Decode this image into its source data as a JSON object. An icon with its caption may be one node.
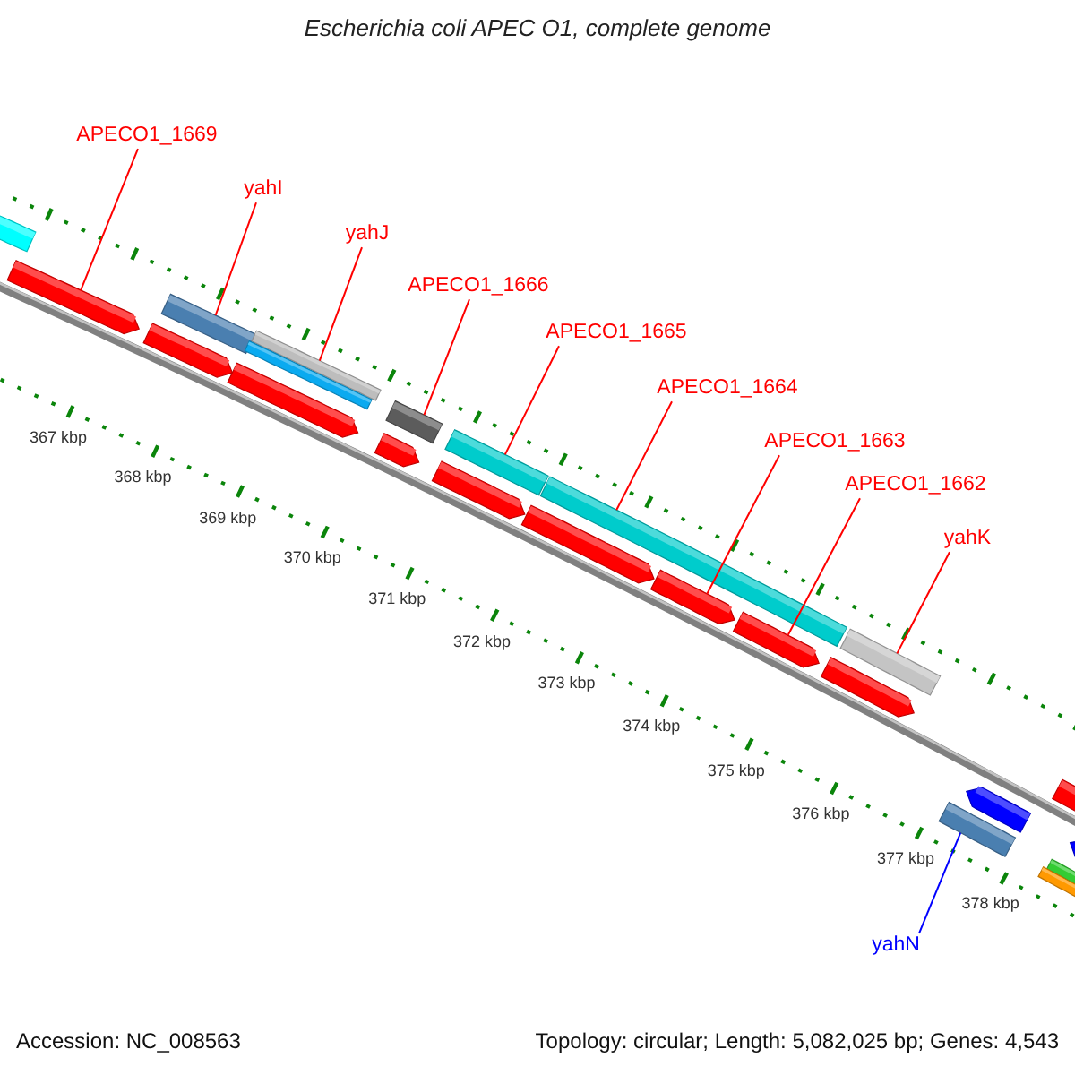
{
  "diagram": {
    "title": "Escherichia coli APEC O1, complete genome",
    "nodes": [
      {
        "text": [
          "APECO1_1669"
        ]
      },
      {
        "text": [
          "yahI"
        ]
      },
      {
        "text": [
          "yahJ"
        ]
      },
      {
        "text": [
          "APECO1_1666"
        ]
      },
      {
        "text": [
          "APECO1_1665"
        ]
      },
      {
        "text": [
          "APECO1_1664"
        ]
      },
      {
        "text": [
          "APECO1_1663"
        ]
      },
      {
        "text": [
          "APECO1_1662"
        ]
      },
      {
        "text": [
          "yahK"
        ]
      },
      {
        "text": [
          "yahN"
        ]
      },
      {
        "text": [],
        "shape": "bar"
      },
      {
        "text": [],
        "shape": "bar"
      },
      {
        "text": [],
        "shape": "bar"
      },
      {
        "text": [],
        "shape": "bar"
      },
      {
        "text": [],
        "shape": "bar"
      },
      {
        "text": [],
        "shape": "bar"
      },
      {
        "text": [],
        "shape": "bar"
      },
      {
        "text": [],
        "shape": "bar"
      },
      {
        "text": [],
        "shape": "bar"
      },
      {
        "text": [],
        "shape": "bar"
      }
    ],
    "edges": [
      {
        "from": 0,
        "to": 10,
        "arrow": "none"
      },
      {
        "from": 1,
        "to": 11,
        "arrow": "none"
      },
      {
        "from": 2,
        "to": 12,
        "arrow": "none"
      },
      {
        "from": 3,
        "to": 13,
        "arrow": "none"
      },
      {
        "from": 4,
        "to": 14,
        "arrow": "none"
      },
      {
        "from": 5,
        "to": 15,
        "arrow": "none"
      },
      {
        "from": 6,
        "to": 16,
        "arrow": "none"
      },
      {
        "from": 7,
        "to": 17,
        "arrow": "none"
      },
      {
        "from": 8,
        "to": 18,
        "arrow": "none"
      },
      {
        "from": 9,
        "to": 19,
        "arrow": "none",
        "color": "#0000ff"
      }
    ],
    "labels": [
      "367 kbp",
      "368 kbp",
      "369 kbp",
      "370 kbp",
      "371 kbp",
      "372 kbp",
      "373 kbp",
      "374 kbp",
      "375 kbp",
      "376 kbp",
      "377 kbp",
      "378 kbp",
      "Accession: NC_008563",
      "Topology: circular; Length: 5,082,025 bp; Genes: 4,543"
    ]
  }
}
